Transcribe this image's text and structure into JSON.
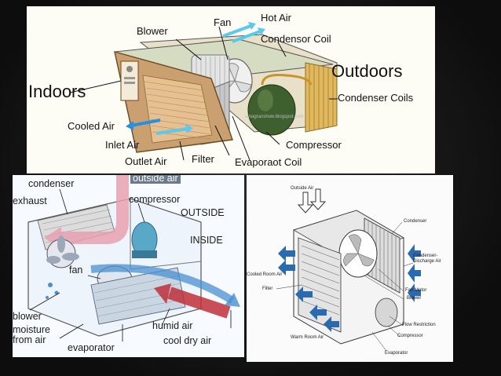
{
  "top_diagram": {
    "labels": {
      "fan": "Fan",
      "hot_air": "Hot Air",
      "blower": "Blower",
      "condensor_coil": "Condensor Coil",
      "indoors": "Indoors",
      "outdoors": "Outdoors",
      "condenser_coils": "Condenser Coils",
      "cooled_air": "Cooled Air",
      "inlet_air": "Inlet Air",
      "compressor": "Compressor",
      "outlet_air": "Outlet Air",
      "filter": "Filter",
      "evaporator_coil": "Evaporaot Coil",
      "watermark": "ainagranshow.blogspot.com"
    }
  },
  "left_diagram": {
    "labels": {
      "outside_air": "outside air",
      "condenser": "condenser",
      "exhaust": "exhaust",
      "compressor": "compressor",
      "outside": "OUTSIDE",
      "inside": "INSIDE",
      "fan": "fan",
      "blower": "blower",
      "moisture": "moisture",
      "from_air": "from air",
      "humid_air": "humid air",
      "evaporator": "evaporator",
      "cool_dry_air": "cool dry air"
    }
  },
  "right_diagram": {
    "labels": {
      "outside_air": "Outside Air",
      "condenser": "Condenser",
      "condenser_discharge_1": "Condenser-",
      "condenser_discharge_2": "Discharge Air",
      "cooled_room_air": "Cooled Room Air",
      "fan_motor": "Fan Motor",
      "filter": "Filter",
      "blower": "Blower",
      "flow_restriction": "Flow Restriction",
      "warm_room_air": "Warm Room Air",
      "compressor": "Compressor",
      "evaporator": "Evaporator"
    }
  },
  "colors": {
    "hot_air_arrow": "#5bc8ee",
    "cool_air_arrow": "#2a8fe0",
    "humid_air_arrow": "#c0303a",
    "outside_air_arrow": "#e8a0b0",
    "cool_dry_air_arrow": "#4a90d0",
    "wood_frame": "#c9a070",
    "condenser_coil": "#d8b060",
    "compressor": "#3a5a2a"
  }
}
